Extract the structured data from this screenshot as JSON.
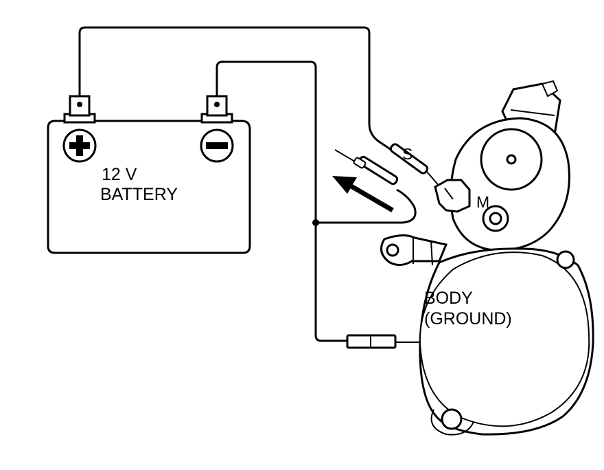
{
  "battery": {
    "line1": "12 V",
    "line2": "BATTERY"
  },
  "terminals": {
    "s_label": "S",
    "m_label": "M"
  },
  "body_label": {
    "line1": "BODY",
    "line2": "(GROUND)"
  },
  "colors": {
    "ink": "#000000",
    "paper": "#ffffff"
  }
}
